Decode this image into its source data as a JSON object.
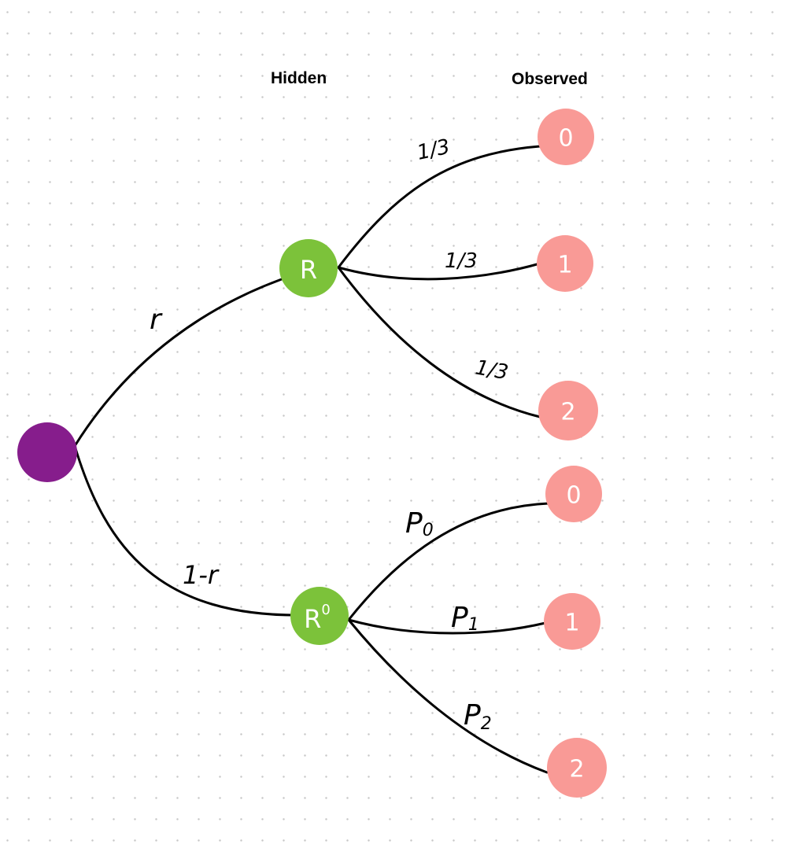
{
  "headers": {
    "hidden": "Hidden",
    "observed": "Observed"
  },
  "colors": {
    "root": "#861d8c",
    "hidden": "#7cc23a",
    "observed": "#f99a96",
    "edge": "#000000",
    "grid_dot": "#c8c8c8"
  },
  "nodes": {
    "root": {
      "label": ""
    },
    "hidden_r": {
      "label": "R"
    },
    "hidden_r0": {
      "label": "R",
      "sup": "0"
    },
    "obs_r_0": {
      "label": "0"
    },
    "obs_r_1": {
      "label": "1"
    },
    "obs_r_2": {
      "label": "2"
    },
    "obs_r0_0": {
      "label": "0"
    },
    "obs_r0_1": {
      "label": "1"
    },
    "obs_r0_2": {
      "label": "2"
    }
  },
  "edges": {
    "root_to_r": {
      "label": "r"
    },
    "root_to_r0": {
      "label": "1-r"
    },
    "r_to_0": {
      "label": "1/3"
    },
    "r_to_1": {
      "label": "1/3"
    },
    "r_to_2": {
      "label": "1/3"
    },
    "r0_to_0": {
      "label": "P",
      "sub": "0"
    },
    "r0_to_1": {
      "label": "P",
      "sub": "1"
    },
    "r0_to_2": {
      "label": "P",
      "sub": "2"
    }
  }
}
